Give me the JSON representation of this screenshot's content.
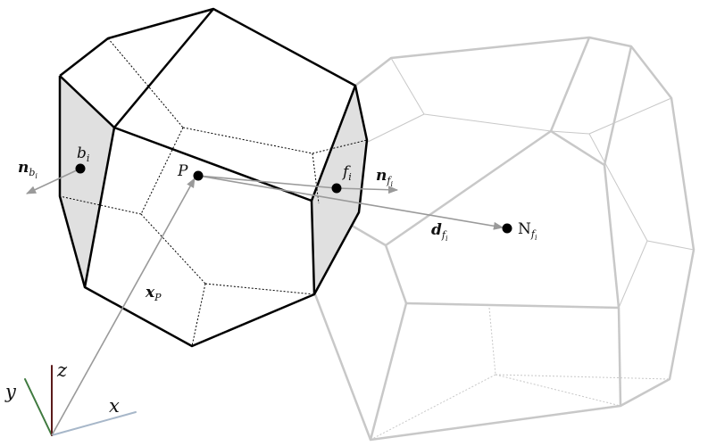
{
  "labels": {
    "P": "P",
    "b": "b",
    "b_sub": "i",
    "f": "f",
    "f_sub": "i",
    "N": "N",
    "N_sub": "f",
    "N_subsub": "i",
    "n_b": "n",
    "n_b_sub": "b",
    "n_b_subsub": "i",
    "n_f": "n",
    "n_f_sub": "f",
    "n_f_subsub": "i",
    "d_f": "d",
    "d_f_sub": "f",
    "d_f_subsub": "i",
    "x_P": "x",
    "x_P_sub": "P",
    "axis_x": "x",
    "axis_y": "y",
    "axis_z": "z"
  },
  "colors": {
    "cell_edge": "#000000",
    "neighbor_edge": "#c8c8c8",
    "shaded_face": "#e0e0e0",
    "vector": "#9a9a9a",
    "axis_x": "#a7b7c9",
    "axis_y": "#3f7a3f",
    "axis_z": "#5a1a1a"
  }
}
